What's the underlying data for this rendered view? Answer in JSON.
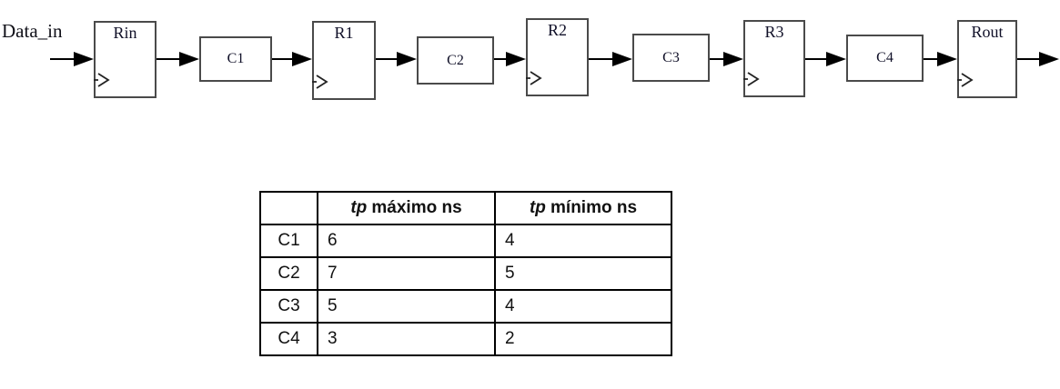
{
  "diagram": {
    "input_label": "Data_in",
    "registers": [
      {
        "label": "Rin"
      },
      {
        "label": "R1"
      },
      {
        "label": "R2"
      },
      {
        "label": "R3"
      },
      {
        "label": "Rout"
      }
    ],
    "logic_blocks": [
      {
        "label": "C1"
      },
      {
        "label": "C2"
      },
      {
        "label": "C3"
      },
      {
        "label": "C4"
      }
    ]
  },
  "table": {
    "headers": {
      "corner": "",
      "max": {
        "italic": "tp",
        "text": "máximo ns"
      },
      "min": {
        "italic": "tp",
        "text": "mínimo ns"
      }
    },
    "rows": [
      {
        "label": "C1",
        "tp_max": "6",
        "tp_min": "4"
      },
      {
        "label": "C2",
        "tp_max": "7",
        "tp_min": "5"
      },
      {
        "label": "C3",
        "tp_max": "5",
        "tp_min": "4"
      },
      {
        "label": "C4",
        "tp_max": "3",
        "tp_min": "2"
      }
    ]
  },
  "colors": {
    "box_border": "#4a4a4a",
    "arrow": "#000000",
    "table_border": "#000000",
    "background": "#ffffff"
  }
}
